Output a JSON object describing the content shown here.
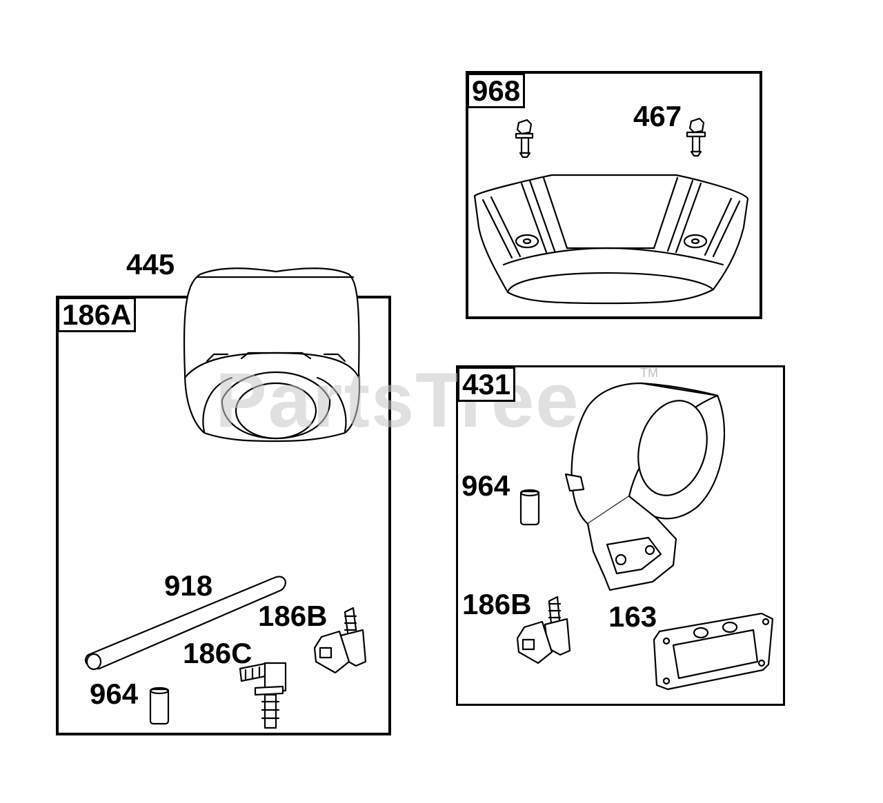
{
  "diagram": {
    "watermark": "PartsTree",
    "trademark": "TM",
    "kits": [
      {
        "id": "kit-968",
        "label": "968"
      },
      {
        "id": "kit-431",
        "label": "431"
      },
      {
        "id": "kit-186a",
        "label": "186A"
      }
    ],
    "callouts": {
      "p467": "467",
      "p445": "445",
      "p964_right": "964",
      "p186b_right": "186B",
      "p163": "163",
      "p918": "918",
      "p186b_left": "186B",
      "p186c": "186C",
      "p964_left": "964"
    }
  }
}
